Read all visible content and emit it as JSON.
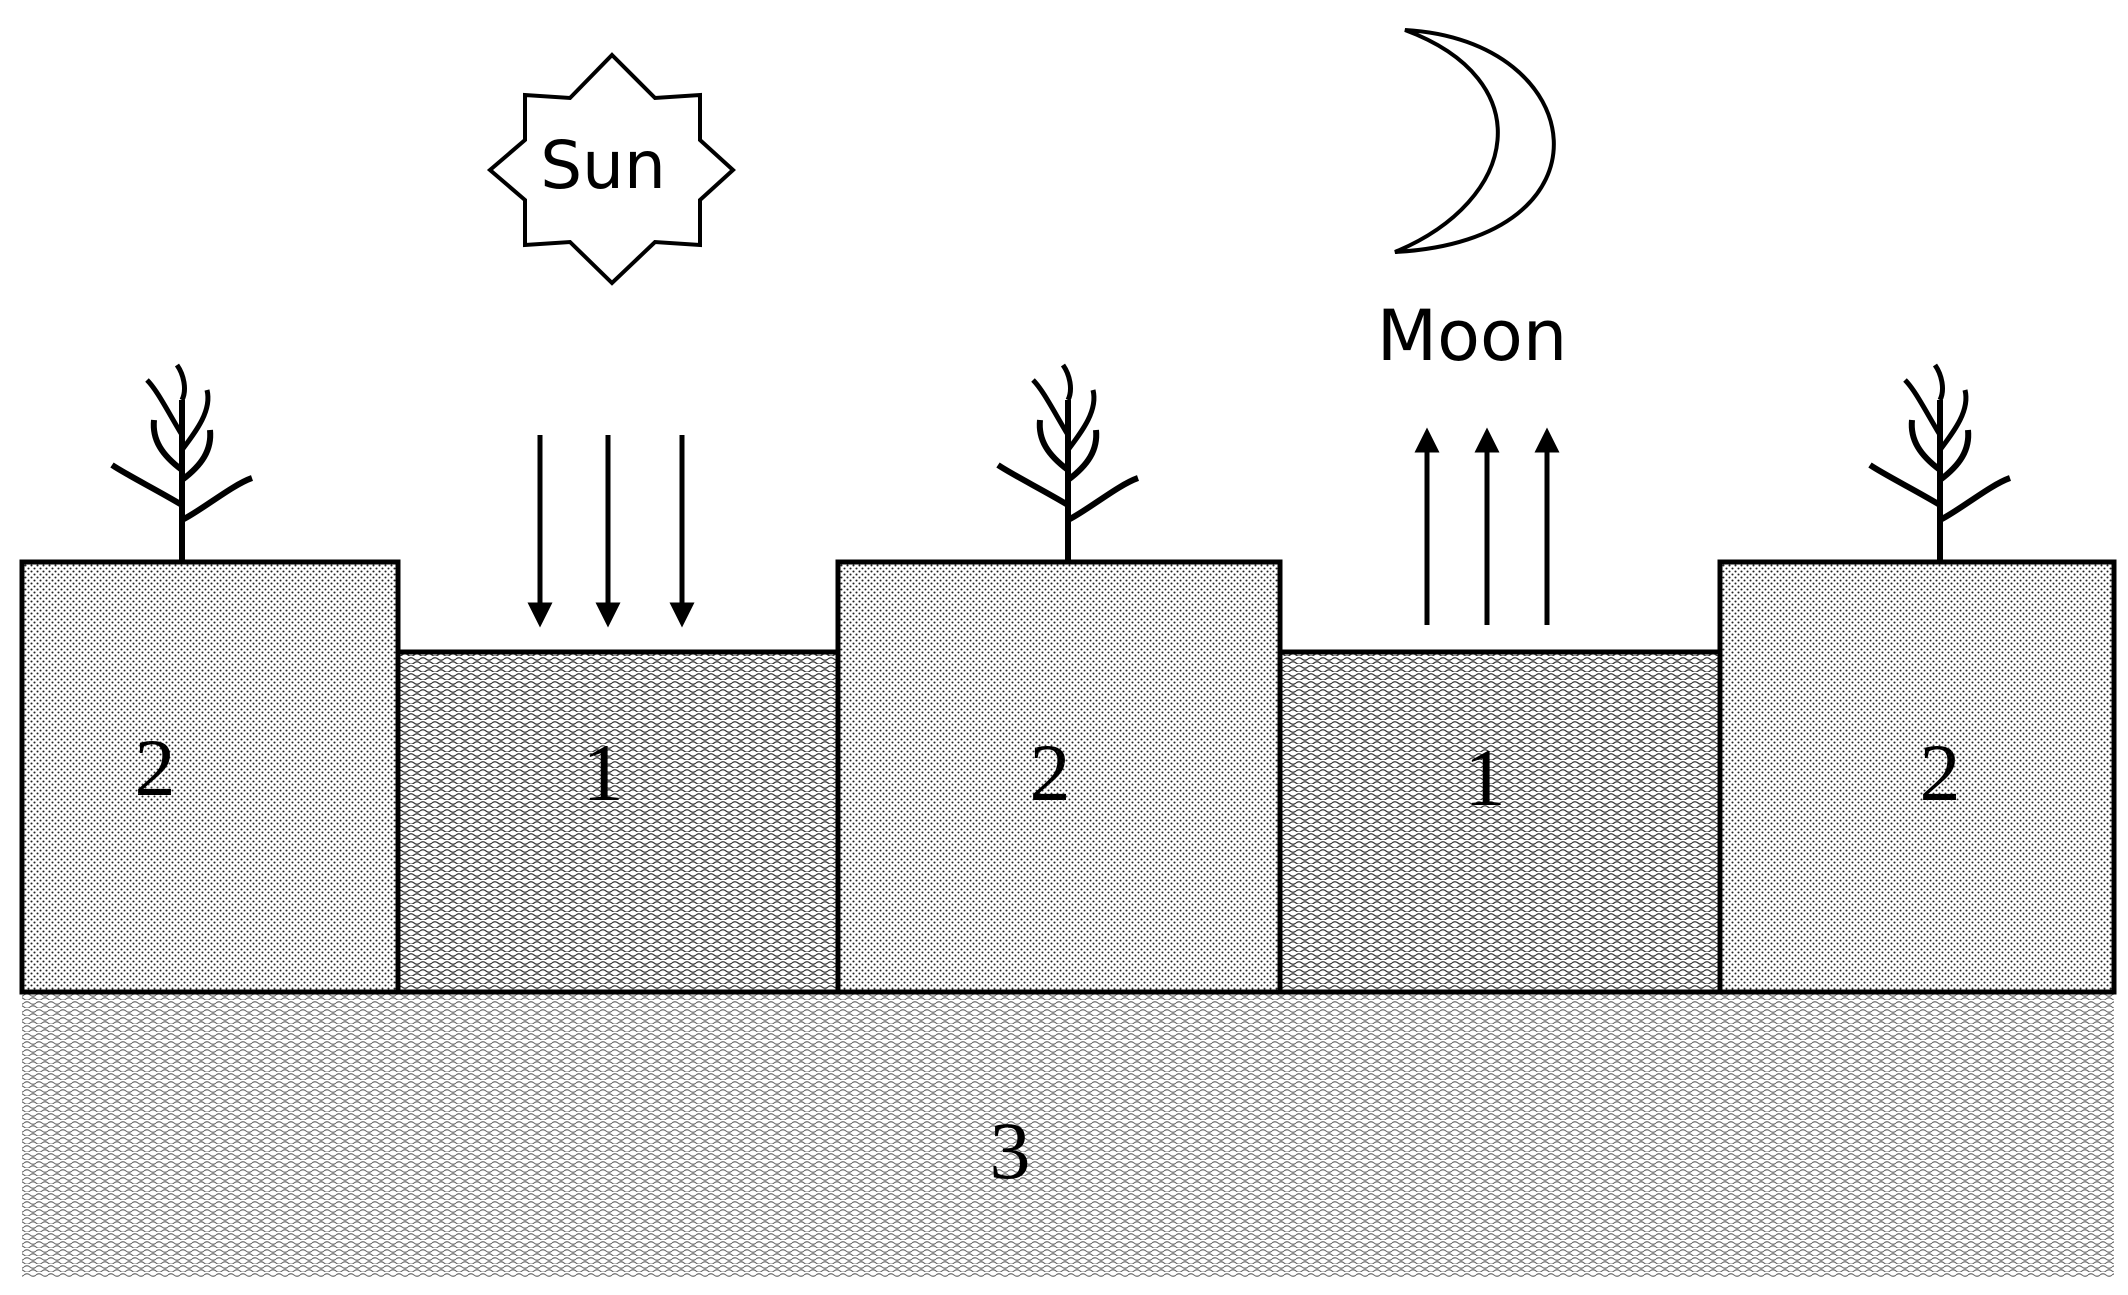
{
  "sky": {
    "sun": {
      "label": "Sun"
    },
    "moon": {
      "label": "Moon"
    }
  },
  "blocks": {
    "raised_label": "2",
    "trench_label": "1",
    "base_label": "3"
  }
}
